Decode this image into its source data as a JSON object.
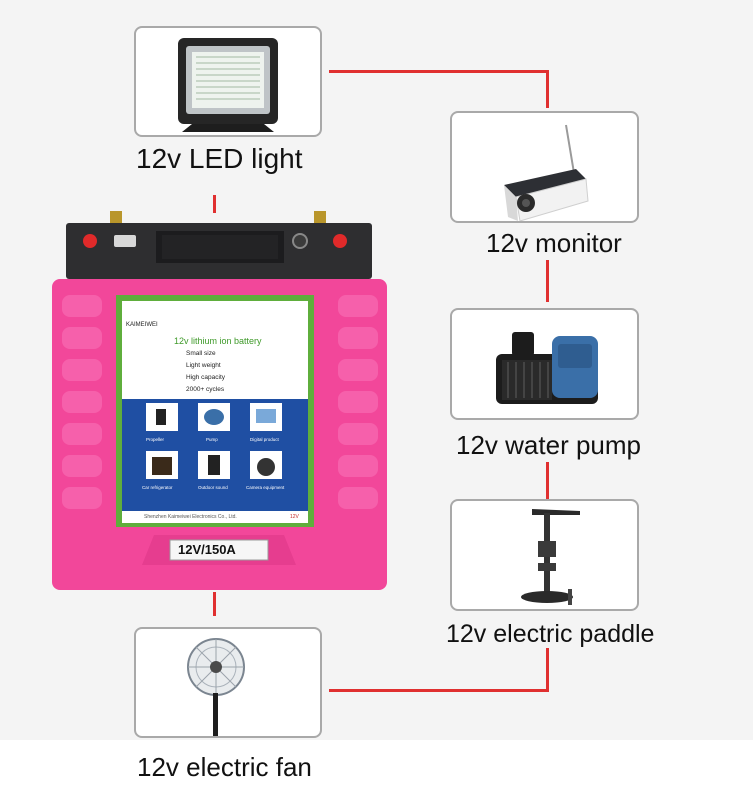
{
  "captions": {
    "led_light": "12v LED light",
    "monitor": "12v monitor",
    "water_pump": "12v water pump",
    "electric_paddle": "12v electric paddle",
    "electric_fan": "12v electric fan"
  },
  "battery": {
    "brand": "KAIMEIWEI",
    "product_title": "12v lithium ion battery",
    "features": [
      "Small size",
      "Light weight",
      "High capacity",
      "2000+ cycles"
    ],
    "applications": [
      "Propeller",
      "Pump",
      "Digital product",
      "Car refrigerator",
      "Outdoor sound",
      "Camera equipment"
    ],
    "manufacturer": "Shenzhen Kaimeiwei Electronics Co., Ltd.",
    "voltage_tag": "12V",
    "rating_plate": "12V/150A"
  },
  "colors": {
    "connector_line": "#e03030",
    "battery_body": "#f2479a",
    "label_frame": "#5fae3c",
    "label_panel": "#1f4fa3",
    "card_border": "#a9a9a9"
  }
}
